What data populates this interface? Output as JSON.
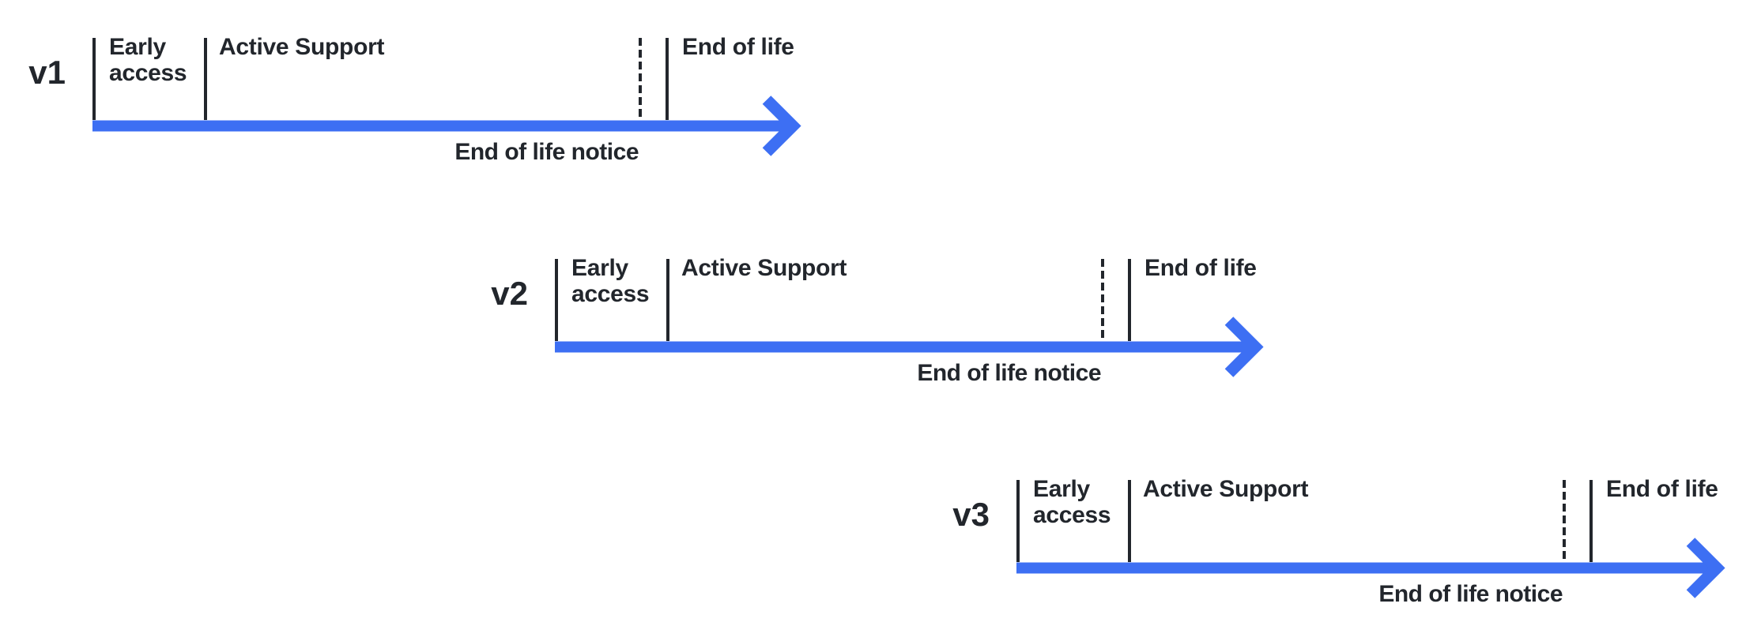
{
  "diagram": {
    "description": "Version lifecycle timelines",
    "colors": {
      "arrow": "#3d6ff3",
      "ink": "#22262c",
      "background": "#ffffff"
    },
    "timelines": [
      {
        "version": "v1",
        "labels": {
          "early_access": "Early access",
          "active_support": "Active Support",
          "end_of_life": "End of life",
          "end_of_life_notice": "End of life notice"
        }
      },
      {
        "version": "v2",
        "labels": {
          "early_access": "Early access",
          "active_support": "Active Support",
          "end_of_life": "End of life",
          "end_of_life_notice": "End of life notice"
        }
      },
      {
        "version": "v3",
        "labels": {
          "early_access": "Early access",
          "active_support": "Active Support",
          "end_of_life": "End of life",
          "end_of_life_notice": "End of life notice"
        }
      }
    ]
  }
}
